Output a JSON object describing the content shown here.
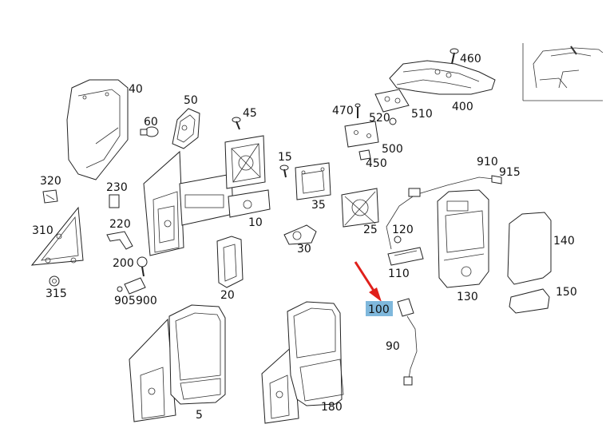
{
  "labels": {
    "p460": "460",
    "p400": "400",
    "p40": "40",
    "p50": "50",
    "p60": "60",
    "p45": "45",
    "p470": "470",
    "p520": "520",
    "p510": "510",
    "p500": "500",
    "p450": "450",
    "p15": "15",
    "p910": "910",
    "p915": "915",
    "p320": "320",
    "p230": "230",
    "p220": "220",
    "p310": "310",
    "p200": "200",
    "p905": "905",
    "p900": "900",
    "p315": "315",
    "p10": "10",
    "p35": "35",
    "p25": "25",
    "p30": "30",
    "p120": "120",
    "p110": "110",
    "p130": "130",
    "p140": "140",
    "p150": "150",
    "p20": "20",
    "p100": "100",
    "p90": "90",
    "p5": "5",
    "p180": "180"
  },
  "highlight": {
    "part": "100",
    "color": "#7fb8dc",
    "arrow_color": "#e0201b"
  }
}
